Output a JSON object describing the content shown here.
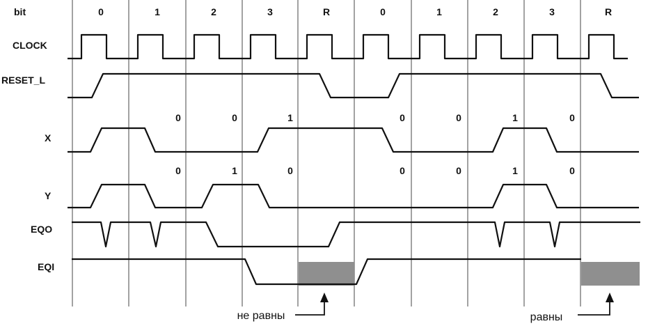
{
  "header": {
    "label": "bit",
    "bits": [
      "0",
      "1",
      "2",
      "3",
      "R",
      "0",
      "1",
      "2",
      "3",
      "R"
    ]
  },
  "signals": {
    "clock": "CLOCK",
    "reset": "RESET_L",
    "x": "X",
    "y": "Y",
    "eq0": "EQO",
    "eq1": "EQI"
  },
  "x_values": [
    "0",
    "0",
    "1",
    "",
    "0",
    "0",
    "1",
    "0"
  ],
  "y_values": [
    "0",
    "1",
    "0",
    "",
    "0",
    "0",
    "1",
    "0"
  ],
  "annotations": {
    "not_equal": "не равны",
    "equal": "равны"
  },
  "colors": {
    "line": "#111111",
    "shade": "#8f8f8f",
    "grid": "#444444"
  }
}
